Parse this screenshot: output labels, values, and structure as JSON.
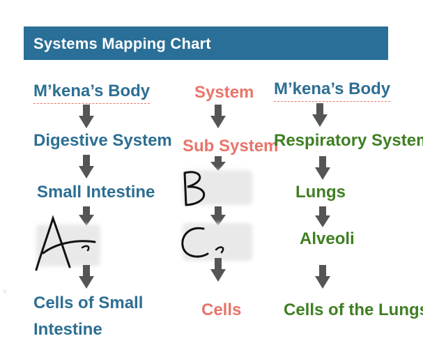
{
  "header": {
    "title": "Systems Mapping Chart"
  },
  "columns": {
    "left": {
      "top": "M’kena’s Body",
      "level2": "Digestive System",
      "level3": "Small Intestine",
      "handwritten": "A",
      "bottom_line1": "Cells of Small",
      "bottom_line2": "Intestine"
    },
    "middle": {
      "top": "System",
      "level2": "Sub System",
      "handwritten_b": "B",
      "handwritten_c": "C",
      "bottom": "Cells"
    },
    "right": {
      "top": "M’kena’s Body",
      "level2": "Respiratory System",
      "level3": "Lungs",
      "level4": "Alveoli",
      "bottom": "Cells of the Lungs"
    }
  },
  "colors": {
    "header_bg": "#2a6f97",
    "left_text": "#2d6e92",
    "middle_text": "#e8746a",
    "right_text": "#3f7f22",
    "arrow": "#555555"
  }
}
